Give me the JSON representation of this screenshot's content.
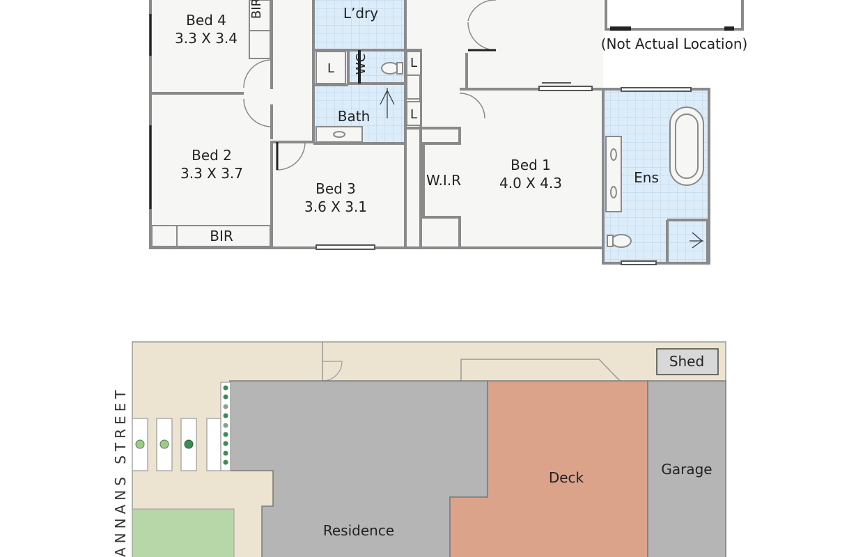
{
  "floorplan": {
    "rooms": {
      "bed4": {
        "name": "Bed 4",
        "dims": "3.3 X 3.4"
      },
      "bed2": {
        "name": "Bed 2",
        "dims": "3.3 X 3.7"
      },
      "bed3": {
        "name": "Bed 3",
        "dims": "3.6 X 3.1"
      },
      "bed1": {
        "name": "Bed 1",
        "dims": "4.0 X 4.3"
      },
      "laundry": "L’dry",
      "wc": "WC",
      "bath": "Bath",
      "wir": "W.I.R",
      "ensuite": "Ens",
      "bir_bottom": "BIR",
      "bir_top": "BIR",
      "linen_1": "L",
      "linen_2": "L",
      "linen_3": "L"
    },
    "note": "(Not Actual Location)"
  },
  "siteplan": {
    "street": "ANNANS STREET",
    "shed": "Shed",
    "garage": "Garage",
    "deck": "Deck",
    "residence": "Residence"
  },
  "colors": {
    "wall": "#8a8a8a",
    "floor": "#f6f6f4",
    "wet_area": "#dcecf8",
    "wet_grid": "#b8d4ea",
    "site_ground": "#ede3d1",
    "building": "#b5b5b5",
    "deck": "#dba38a",
    "lawn": "#b7d7a8",
    "shed": "#d8d8d8"
  }
}
